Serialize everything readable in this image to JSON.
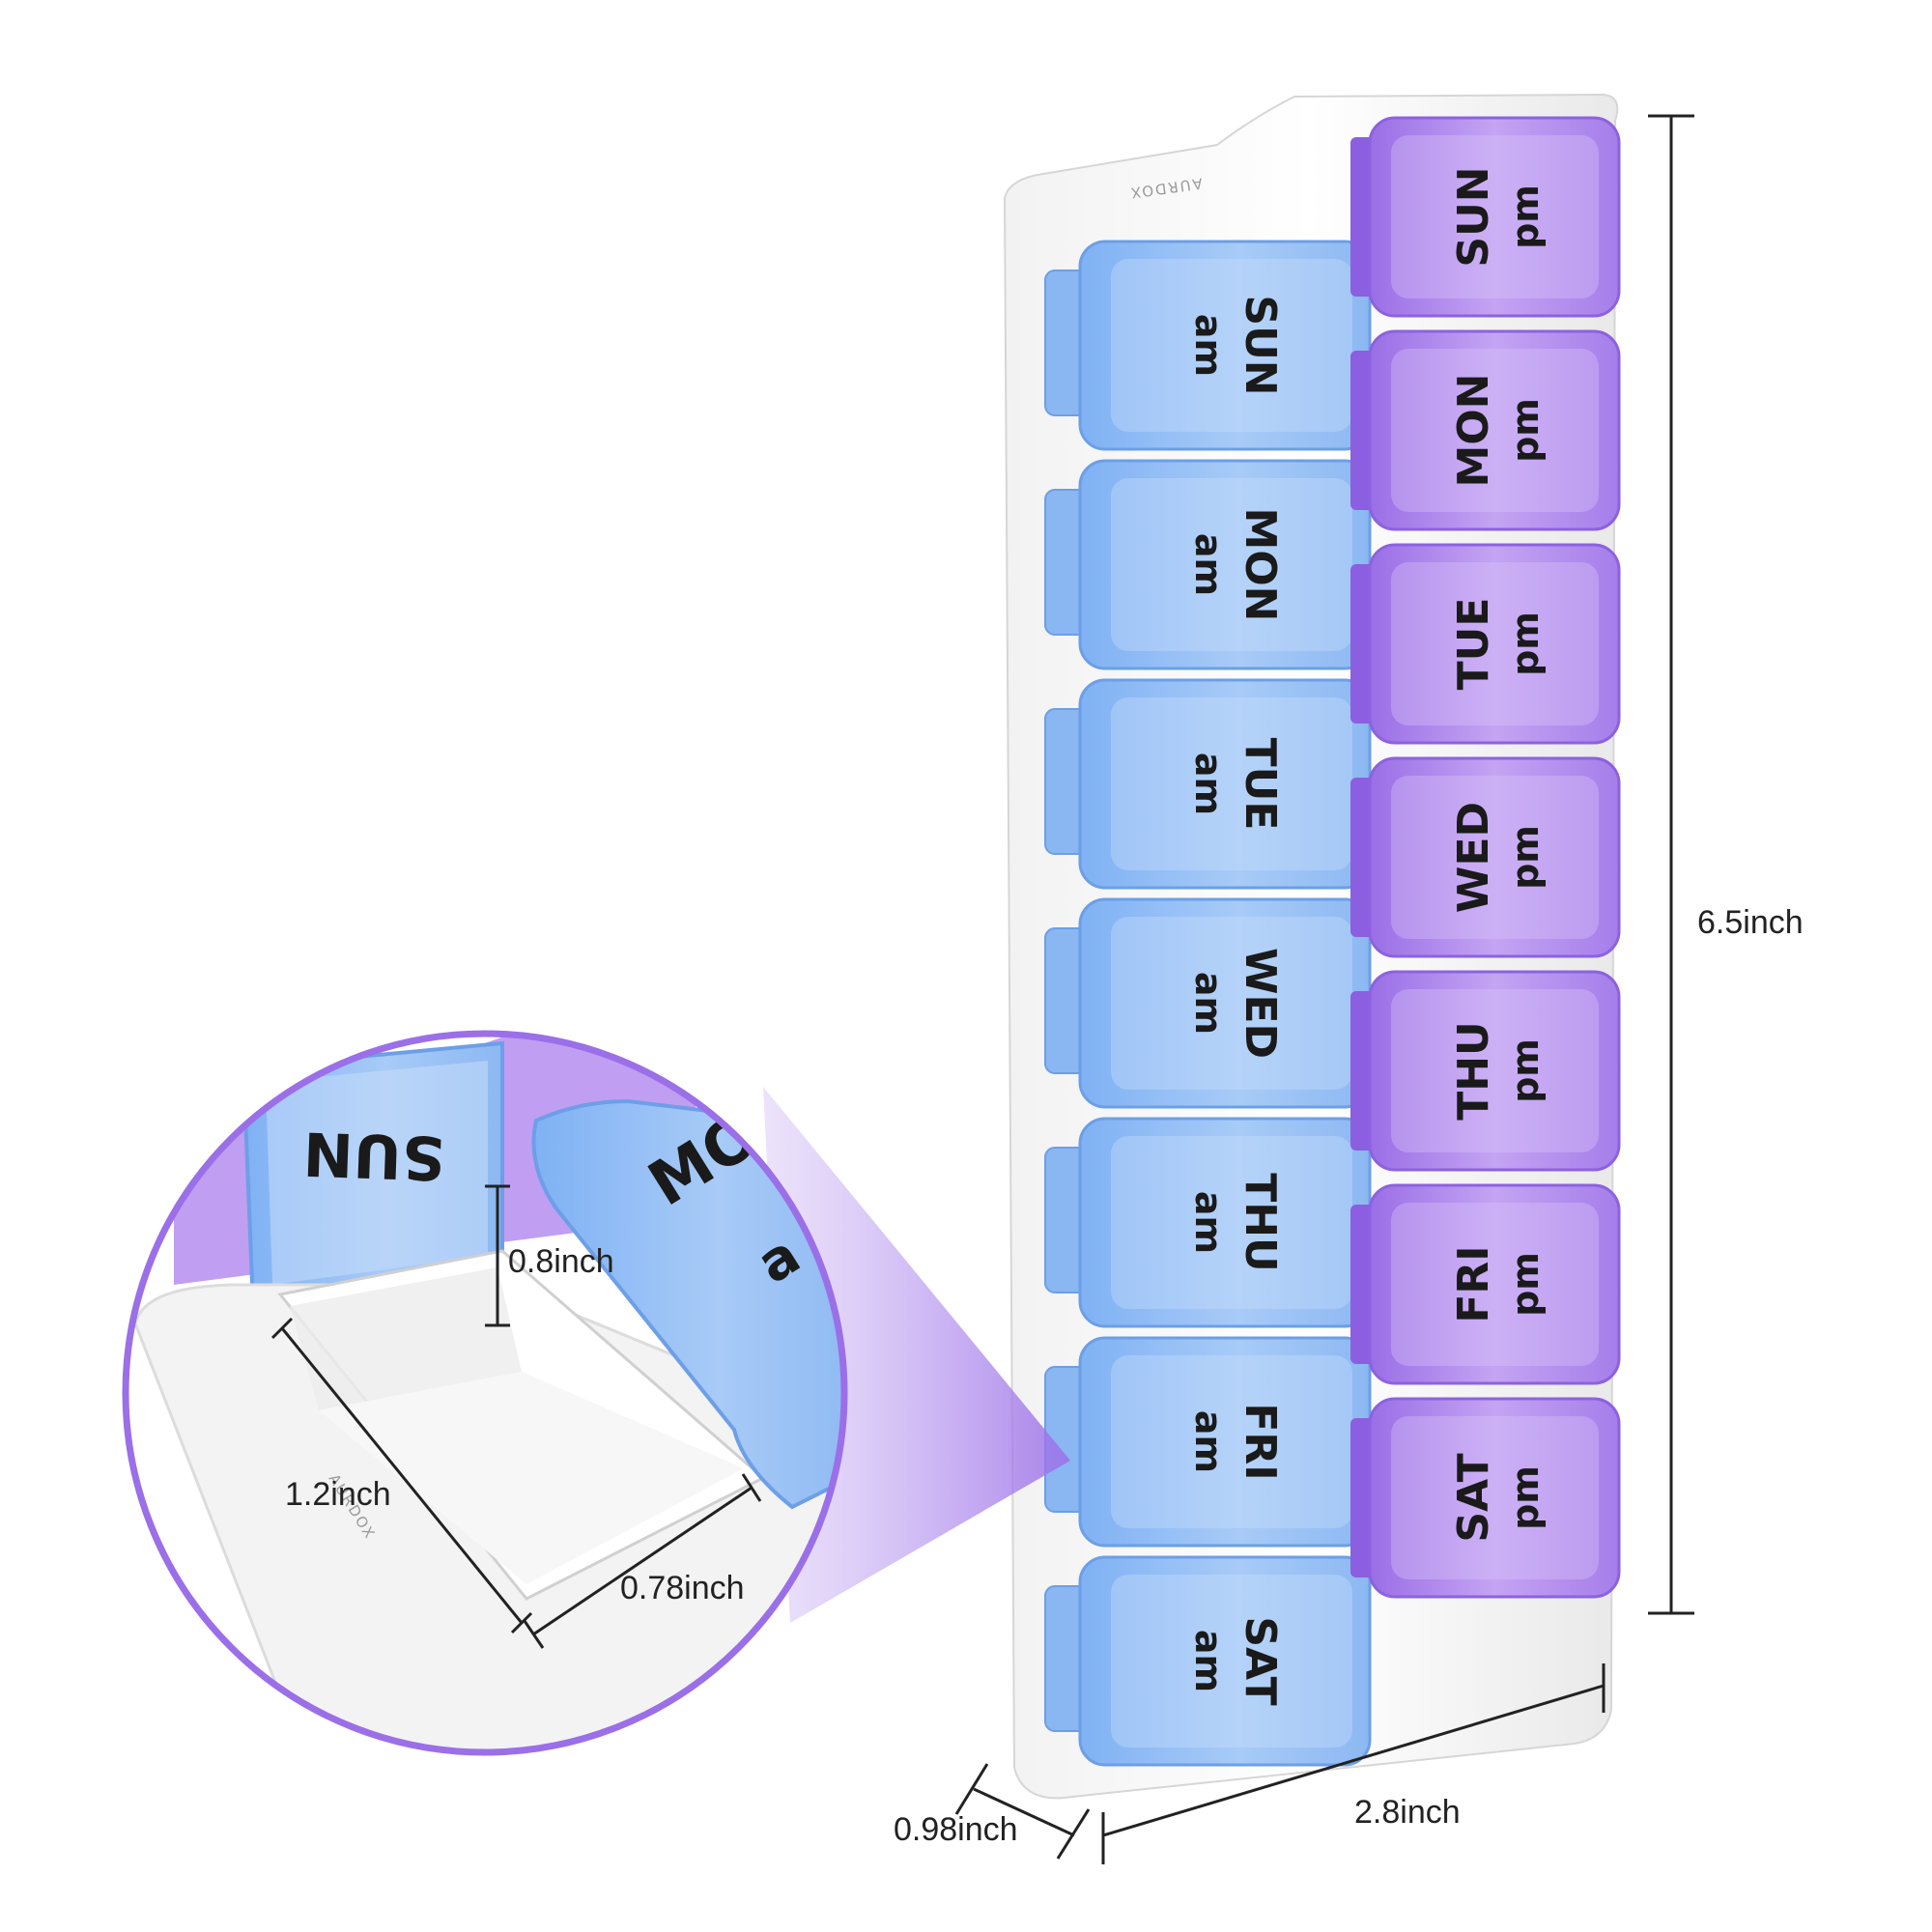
{
  "product": {
    "brand": "AURDOX",
    "am_color": "#8fbdf5",
    "pm_color": "#b48ef0",
    "am_rows": [
      {
        "day": "SUN",
        "period": "am"
      },
      {
        "day": "MON",
        "period": "am"
      },
      {
        "day": "TUE",
        "period": "am"
      },
      {
        "day": "WED",
        "period": "am"
      },
      {
        "day": "THU",
        "period": "am"
      },
      {
        "day": "FRI",
        "period": "am"
      },
      {
        "day": "SAT",
        "period": "am"
      }
    ],
    "pm_rows": [
      {
        "day": "SUN",
        "period": "pm"
      },
      {
        "day": "MON",
        "period": "pm"
      },
      {
        "day": "TUE",
        "period": "pm"
      },
      {
        "day": "WED",
        "period": "pm"
      },
      {
        "day": "THU",
        "period": "pm"
      },
      {
        "day": "FRI",
        "period": "pm"
      },
      {
        "day": "SAT",
        "period": "pm"
      }
    ]
  },
  "dimensions": {
    "height": "6.5inch",
    "width": "2.8inch",
    "depth": "0.98inch"
  },
  "zoom": {
    "accent_color": "#9b6fe8",
    "lid_text": "SUN",
    "side_text_top": "MO",
    "side_text_bottom": "a",
    "brand": "AURDOX",
    "compartment_depth": "0.8inch",
    "compartment_length": "1.2inch",
    "compartment_width": "0.78inch"
  }
}
